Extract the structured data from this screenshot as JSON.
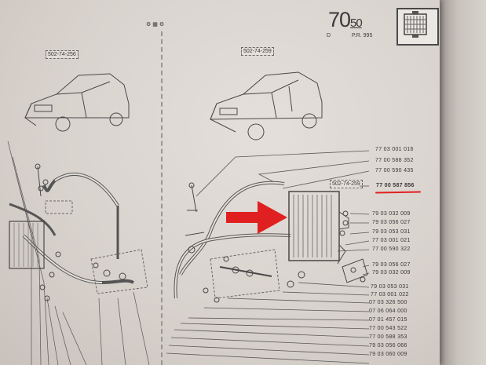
{
  "header": {
    "page_number": "70",
    "page_sub": "50",
    "letter": "D",
    "code": "P.R. 995"
  },
  "references": {
    "left_car": "502-74-256",
    "right_car": "502-74-259",
    "radiator": "502-74-259"
  },
  "part_numbers": [
    "77 03 001 016",
    "77 00 588 352",
    "77 00 590 435",
    "77 00 587 856",
    "79 03 032 009",
    "79 03 056 027",
    "79 03 053 031",
    "77 03 001 021",
    "77 00 590 322",
    "79 03 056 027",
    "79 03 032 009",
    "79 03 053 031",
    "77 03 001 022",
    "07 03 326 500",
    "07 06 064 000",
    "07 01 457 015",
    "77 00 543 522",
    "77 00 588 353",
    "79 03 056 066",
    "79 03 060 009"
  ],
  "highlight": {
    "arrow_color": "#e02020",
    "underline_color": "#e02020",
    "highlighted_part": "77 00 587 856"
  }
}
